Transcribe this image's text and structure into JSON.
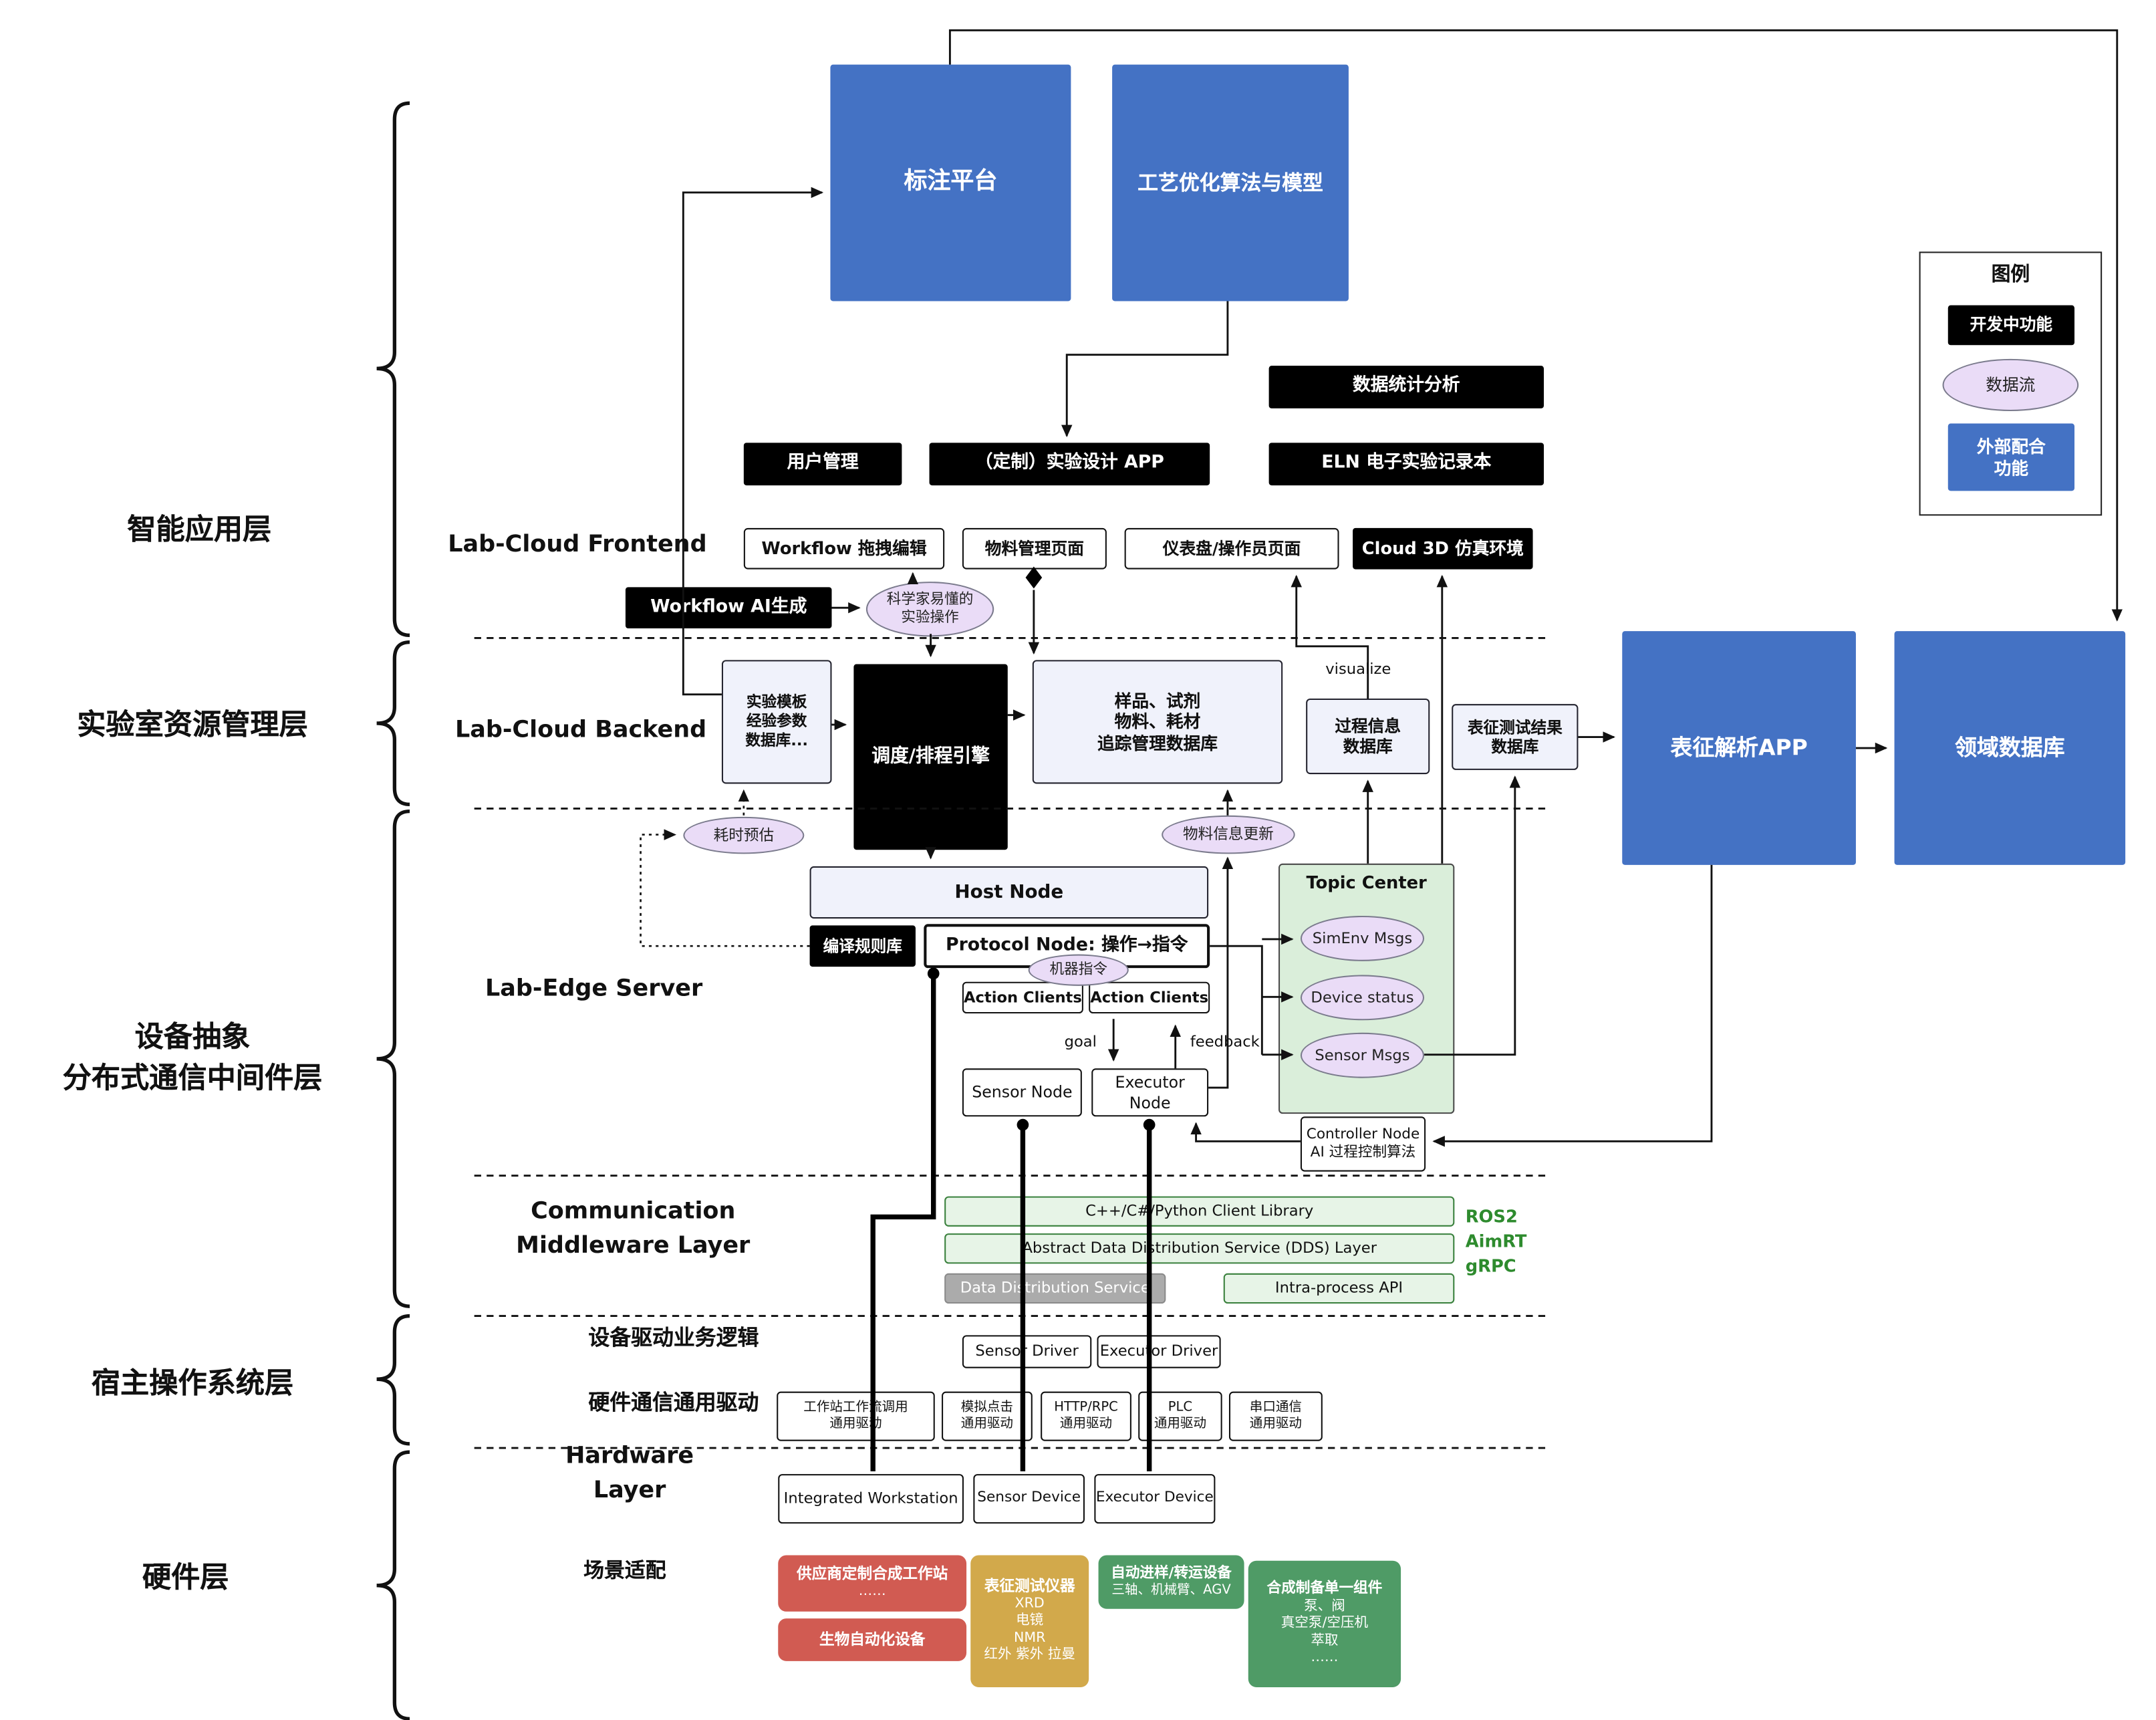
{
  "layers": {
    "app": "智能应用层",
    "resource": "实验室资源管理层",
    "abstraction": "设备抽象\n分布式通信中间件层",
    "host_os": "宿主操作系统层",
    "hardware": "硬件层"
  },
  "section_labels": {
    "frontend": "Lab-Cloud Frontend",
    "backend": "Lab-Cloud Backend",
    "edge_server": "Lab-Edge Server",
    "comm": "Communication\nMiddleware Layer",
    "device_driver_logic": "设备驱动业务逻辑",
    "hw_comm_driver": "硬件通信通用驱动",
    "hardware_layer": "Hardware Layer",
    "scenario": "场景适配"
  },
  "legend": {
    "title": "图例",
    "in_dev": "开发中功能",
    "data_flow": "数据流",
    "external": "外部配合\n功能"
  },
  "top_boxes": {
    "annotation_platform": "标注平台",
    "process_optimization": "工艺优化算法与模型"
  },
  "app_layer": {
    "stats": "数据统计分析",
    "user_mgmt": "用户管理",
    "custom_design_app": "（定制）实验设计 APP",
    "eln": "ELN 电子实验记录本",
    "workflow_edit": "Workflow 拖拽编辑",
    "material_page": "物料管理页面",
    "dashboard_page": "仪表盘/操作员页面",
    "cloud_3d": "Cloud 3D 仿真环境",
    "workflow_ai": "Workflow AI生成",
    "sci_ops": "科学家易懂的\n实验操作"
  },
  "backend_layer": {
    "template_db": "实验模板\n经验参数\n数据库...",
    "scheduler": "调度/排程引擎",
    "sample_db": "样品、试剂\n物料、耗材\n追踪管理数据库",
    "process_db": "过程信息\n数据库",
    "char_result_db": "表征测试结果\n数据库",
    "visualize": "visualize",
    "char_app": "表征解析APP",
    "domain_db": "领域数据库",
    "time_estimate": "耗时预估",
    "material_update": "物料信息更新"
  },
  "edge_layer": {
    "host_node": "Host Node",
    "compile_rules": "编译规则库",
    "protocol_node": "Protocol Node: 操作→指令",
    "machine_cmd": "机器指令",
    "action_clients_1": "Action Clients",
    "action_clients_2": "Action Clients",
    "goal": "goal",
    "feedback": "feedback",
    "sensor_node": "Sensor Node",
    "executor_node": "Executor Node",
    "topic_center": "Topic Center",
    "simenv_msgs": "SimEnv Msgs",
    "device_status": "Device status",
    "sensor_msgs": "Sensor Msgs",
    "controller_node": "Controller Node\nAI 过程控制算法"
  },
  "middleware": {
    "client_lib": "C++/C#/Python Client Library",
    "dds_layer": "Abstract Data Distribution Service (DDS) Layer",
    "dds": "Data Distribution Service",
    "intra_api": "Intra-process API",
    "ros2": "ROS2",
    "aimrt": "AimRT",
    "grpc": "gRPC"
  },
  "host_os_layer": {
    "sensor_driver": "Sensor Driver",
    "executor_driver": "Executor Driver",
    "drivers": [
      "工作站工作流调用\n通用驱动",
      "模拟点击\n通用驱动",
      "HTTP/RPC\n通用驱动",
      "PLC\n通用驱动",
      "串口通信\n通用驱动"
    ]
  },
  "hardware_layer": {
    "devices": [
      "Integrated Workstation",
      "Sensor Device",
      "Executor Device"
    ],
    "vendor_ws": {
      "title": "供应商定制合成工作站",
      "detail": "……"
    },
    "bio_auto": {
      "title": "生物自动化设备",
      "detail": ""
    },
    "char_instruments": {
      "title": "表征测试仪器",
      "detail": "XRD\n电镜\nNMR\n红外 紫外 拉曼"
    },
    "transfer": {
      "title": "自动进样/转运设备",
      "detail": "三轴、机械臂、AGV"
    },
    "synthesis": {
      "title": "合成制备单一组件",
      "detail": "泵、阀\n真空泵/空压机\n萃取\n……"
    }
  },
  "colors": {
    "blue": "#4472c4",
    "black": "#000000",
    "flow_purple": "#eadcf7",
    "panel_green": "#daeeda",
    "red": "#d15b52",
    "tan": "#d2a94b",
    "green": "#4f9b66"
  }
}
